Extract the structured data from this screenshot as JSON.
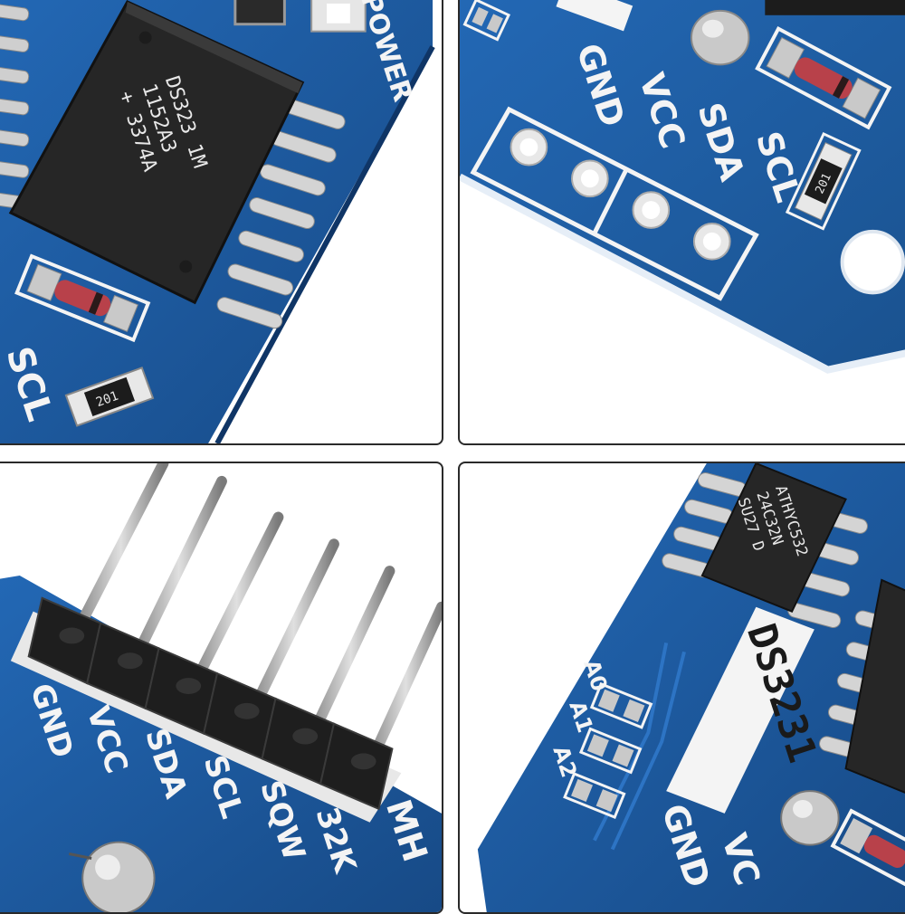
{
  "colors": {
    "pcb": "#1f5fa8",
    "pcb_dark": "#174a86",
    "silkscreen": "#f4f4f4",
    "chip": "#262626",
    "solder": "#c9c9c9",
    "background": "#ffffff"
  },
  "panel_top_left": {
    "chip_line1": "DS323 1M",
    "chip_line2": "1152A3",
    "chip_line3": "+ 3374A",
    "power_label": "POWER",
    "scl_label": "SCL",
    "resistor_code": "201"
  },
  "panel_top_right": {
    "pins": [
      "GND",
      "VCC",
      "SDA",
      "SCL"
    ],
    "resistor_code": "201"
  },
  "panel_bottom_left": {
    "pins": [
      "GND",
      "VCC",
      "SDA",
      "SCL",
      "SQW",
      "32K"
    ],
    "edge_label": "MH"
  },
  "panel_bottom_right": {
    "chip_line1": "ATHYC532",
    "chip_line2": "24C32N",
    "chip_line3": "SU27 D",
    "module_label": "DS3231",
    "address_pads": [
      "A0",
      "A1",
      "A2"
    ],
    "pins": [
      "GND",
      "VC"
    ]
  }
}
